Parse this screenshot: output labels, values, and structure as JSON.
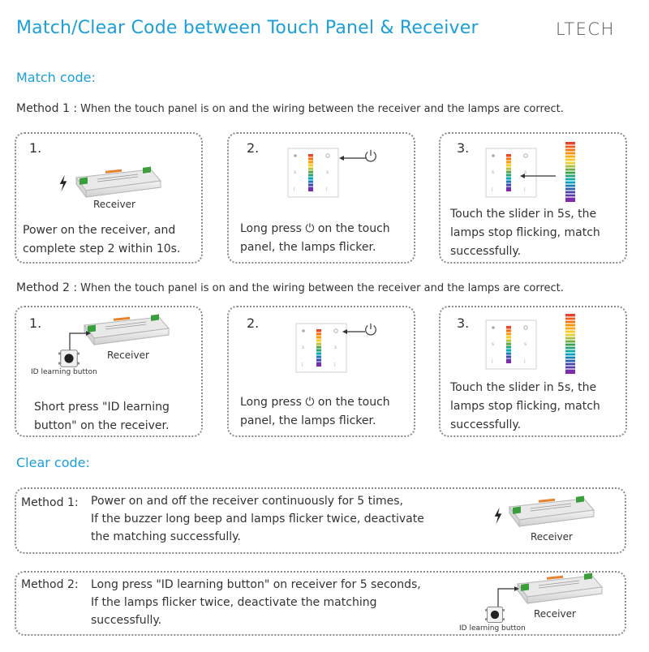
{
  "header": {
    "title": "Match/Clear Code between Touch Panel & Receiver",
    "logo": "LTECH"
  },
  "match": {
    "heading": "Match code:",
    "method1": {
      "label": "Method 1 :",
      "text": "When the touch panel is on and the wiring between the receiver and the lamps are correct.",
      "steps": [
        {
          "num": "1.",
          "receiver_label": "Receiver",
          "lines": [
            "Power on the receiver, and",
            "complete step 2 within 10s."
          ]
        },
        {
          "num": "2.",
          "lines": [
            "Long press ⏻ on the touch",
            "panel, the lamps flicker."
          ]
        },
        {
          "num": "3.",
          "lines": [
            "Touch the slider in 5s, the",
            "lamps stop flicking, match",
            "successfully."
          ]
        }
      ]
    },
    "method2": {
      "label": "Method 2 :",
      "text": "When the touch panel is on and the wiring between the receiver and the lamps are correct.",
      "steps": [
        {
          "num": "1.",
          "receiver_label": "Receiver",
          "button_label": "ID learning button",
          "lines": [
            "Short press \"ID learning",
            "button\" on the receiver."
          ]
        },
        {
          "num": "2.",
          "lines": [
            "Long press ⏻ on the touch",
            "panel, the lamps flicker."
          ]
        },
        {
          "num": "3.",
          "lines": [
            "Touch the slider in 5s, the",
            "lamps stop flicking, match",
            "successfully."
          ]
        }
      ]
    }
  },
  "clear": {
    "heading": "Clear code:",
    "method1": {
      "label": "Method 1:",
      "lines": [
        "Power on and off the receiver continuously for 5 times,",
        "If the buzzer long beep and lamps flicker twice, deactivate",
        "the matching successfully."
      ],
      "receiver_label": "Receiver"
    },
    "method2": {
      "label": "Method 2:",
      "lines": [
        "Long press \"ID learning button\" on receiver for 5 seconds,",
        "If the lamps flicker twice, deactivate the matching",
        "successfully."
      ],
      "receiver_label": "Receiver",
      "button_label": "ID learning button"
    }
  },
  "colors": {
    "accent": "#1a9fd9",
    "receiver_label_orange": "#e8822a"
  }
}
